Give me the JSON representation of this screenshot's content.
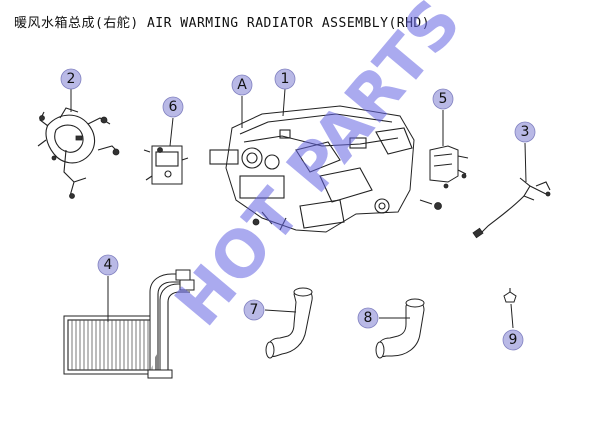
{
  "title": "暖风水箱总成(右舵) AIR WARMING RADIATOR ASSEMBLY(RHD)",
  "watermark": "HOT PARTS",
  "callouts": [
    "A",
    "1",
    "2",
    "3",
    "4",
    "5",
    "6",
    "7",
    "8",
    "9"
  ],
  "colors": {
    "callout_fill": "#b9b9e6",
    "watermark": "#6464e1",
    "line": "#222222"
  }
}
